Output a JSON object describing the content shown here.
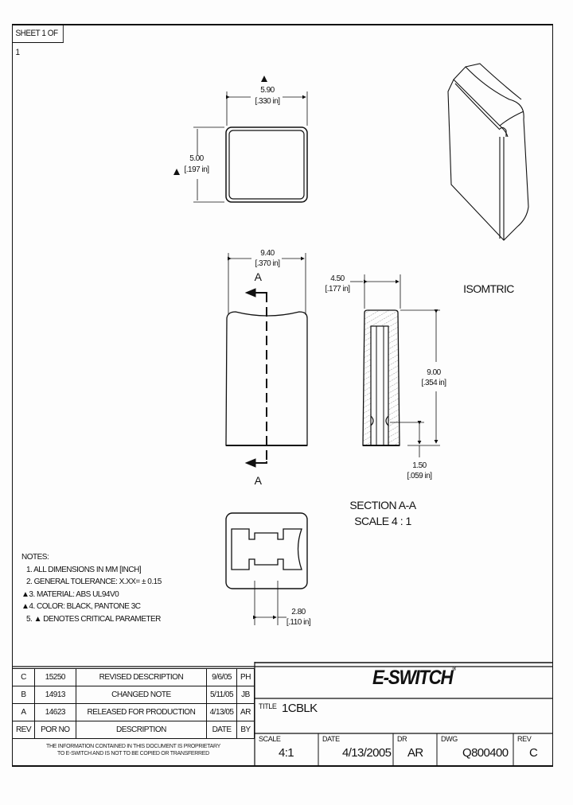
{
  "sheet": {
    "label": "SHEET 1 OF 1"
  },
  "views": {
    "top_view": {
      "width_dim": "5.90",
      "width_dim_in": "[.330 in]",
      "height_dim": "5.00",
      "height_dim_in": "[.197 in]",
      "critical_marker": "▲"
    },
    "front_view": {
      "width_dim": "9.40",
      "width_dim_in": "[.370 in]",
      "section_label_top": "A",
      "section_label_bottom": "A"
    },
    "section_view": {
      "width_dim": "4.50",
      "width_dim_in": "[.177 in]",
      "height_dim": "9.00",
      "height_dim_in": "[.354 in]",
      "small_dim": "1.50",
      "small_dim_in": "[.059 in]",
      "title": "SECTION  A-A",
      "scale": "SCALE 4 : 1"
    },
    "bottom_view": {
      "slot_dim": "2.80",
      "slot_dim_in": "[.110 in]"
    },
    "isometric": {
      "label": "ISOMTRIC"
    }
  },
  "notes": {
    "header": "NOTES:",
    "items": [
      {
        "marker": "",
        "text": "1. ALL DIMENSIONS IN MM [INCH]"
      },
      {
        "marker": "",
        "text": "2. GENERAL TOLERANCE: X.XX= ± 0.15"
      },
      {
        "marker": "▲",
        "text": "3. MATERIAL: ABS  UL94V0"
      },
      {
        "marker": "▲",
        "text": "4. COLOR: BLACK, PANTONE 3C"
      },
      {
        "marker": "",
        "text": "5. ▲ DENOTES CRITICAL PARAMETER"
      }
    ]
  },
  "revisions": {
    "rows": [
      {
        "rev": "C",
        "por": "15250",
        "description": "REVISED DESCRIPTION",
        "date": "9/6/05",
        "by": "PH"
      },
      {
        "rev": "B",
        "por": "14913",
        "description": "CHANGED NOTE",
        "date": "5/11/05",
        "by": "JB"
      },
      {
        "rev": "A",
        "por": "14623",
        "description": "RELEASED FOR PRODUCTION",
        "date": "4/13/05",
        "by": "AR"
      }
    ],
    "header": {
      "rev": "REV",
      "por": "POR NO",
      "description": "DESCRIPTION",
      "date": "DATE",
      "by": "BY"
    },
    "proprietary_line1": "THE INFORMATION CONTAINED IN THIS DOCUMENT IS PROPRIETARY",
    "proprietary_line2": "TO E-SWITCH AND IS NOT TO BE COPIED OR TRANSFERRED"
  },
  "title_block": {
    "logo": "E-SWITCH",
    "logo_mark": "®",
    "title_label": "TITLE",
    "title": "1CBLK",
    "scale_label": "SCALE",
    "scale": "4:1",
    "date_label": "DATE",
    "date": "4/13/2005",
    "dr_label": "DR",
    "dr": "AR",
    "dwg_label": "DWG",
    "dwg": "Q800400",
    "rev_label": "REV",
    "rev": "C"
  }
}
